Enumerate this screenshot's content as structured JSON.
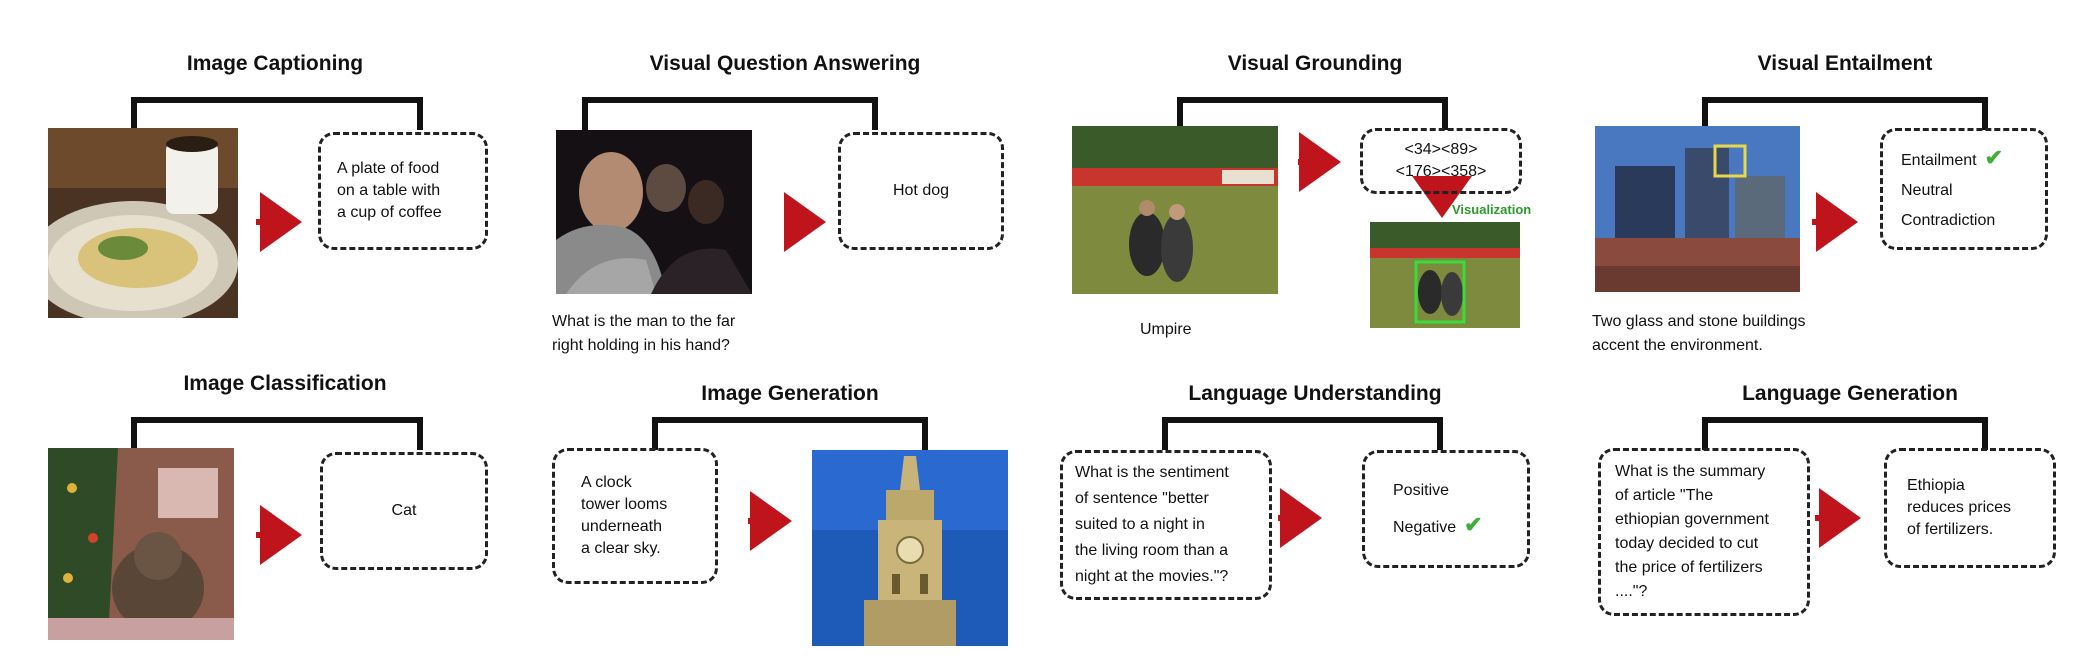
{
  "colors": {
    "arrow": "#c0141c",
    "bracket": "#111111",
    "check": "#3fae3c",
    "vis_label": "#2a9a2a"
  },
  "tasks": {
    "image_captioning": {
      "title": "Image Captioning",
      "output_lines": [
        "A plate of food",
        "on  a table with",
        "a cup of coffee"
      ]
    },
    "vqa": {
      "title": "Visual Question Answering",
      "output": "Hot dog",
      "question_lines": [
        "What is the man to the far",
        "right holding in his hand?"
      ]
    },
    "visual_grounding": {
      "title": "Visual Grounding",
      "output_lines": [
        "<34><89>",
        "<176><358>"
      ],
      "visualization_label": "Visualization",
      "query": "Umpire"
    },
    "visual_entailment": {
      "title": "Visual Entailment",
      "options": [
        "Entailment",
        "Neutral",
        "Contradiction"
      ],
      "check_icon": "checkmark-icon",
      "hypothesis_lines": [
        "Two glass and stone buildings",
        "accent the environment."
      ]
    },
    "image_classification": {
      "title": "Image Classification",
      "output": "Cat"
    },
    "image_generation": {
      "title": "Image Generation",
      "input_lines": [
        "A clock",
        "tower looms",
        "underneath",
        "a clear sky."
      ]
    },
    "language_understanding": {
      "title": "Language Understanding",
      "input_lines": [
        "What is the sentiment",
        "of sentence \"better",
        "suited to a night in",
        "the living room than a",
        "night at the movies.\"?"
      ],
      "options": [
        "Positive",
        "Negative"
      ]
    },
    "language_generation": {
      "title": "Language Generation",
      "input_lines": [
        "What is the summary",
        "of article \"The",
        "ethiopian government",
        "today decided to cut",
        "the price of fertilizers",
        "....\"?"
      ],
      "output_lines": [
        "Ethiopia",
        "reduces prices",
        "of fertilizers."
      ]
    }
  }
}
